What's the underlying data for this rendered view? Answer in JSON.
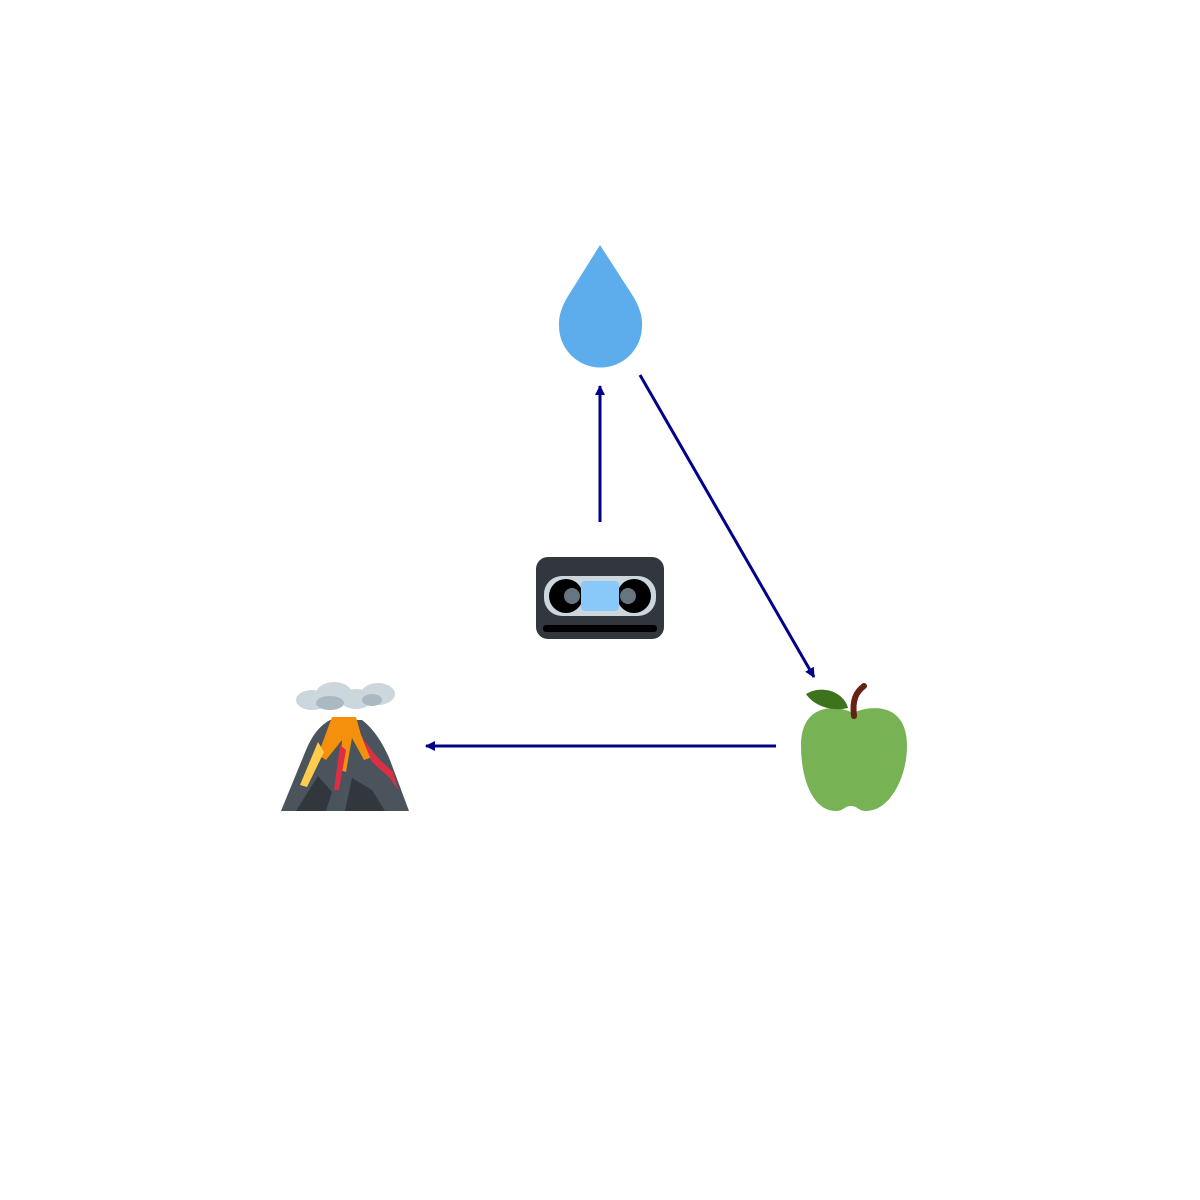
{
  "diagram": {
    "nodes": [
      {
        "id": "water-drop",
        "icon": "droplet-icon"
      },
      {
        "id": "green-apple",
        "icon": "green-apple-icon"
      },
      {
        "id": "volcano",
        "icon": "volcano-icon"
      },
      {
        "id": "videocassette",
        "icon": "videocassette-icon"
      }
    ],
    "edges": [
      {
        "from": "videocassette",
        "to": "water-drop"
      },
      {
        "from": "water-drop",
        "to": "green-apple"
      },
      {
        "from": "green-apple",
        "to": "volcano"
      }
    ],
    "colors": {
      "arrow": "#00008b",
      "droplet": "#5dadec",
      "apple": "#77b255",
      "apple_leaf": "#3e721d",
      "apple_stem": "#662113",
      "cassette_body": "#31373d",
      "cassette_window": "#88c9f9",
      "volcano_rock": "#4b545d",
      "lava": "#f4900c",
      "smoke": "#ccd6dd"
    }
  }
}
